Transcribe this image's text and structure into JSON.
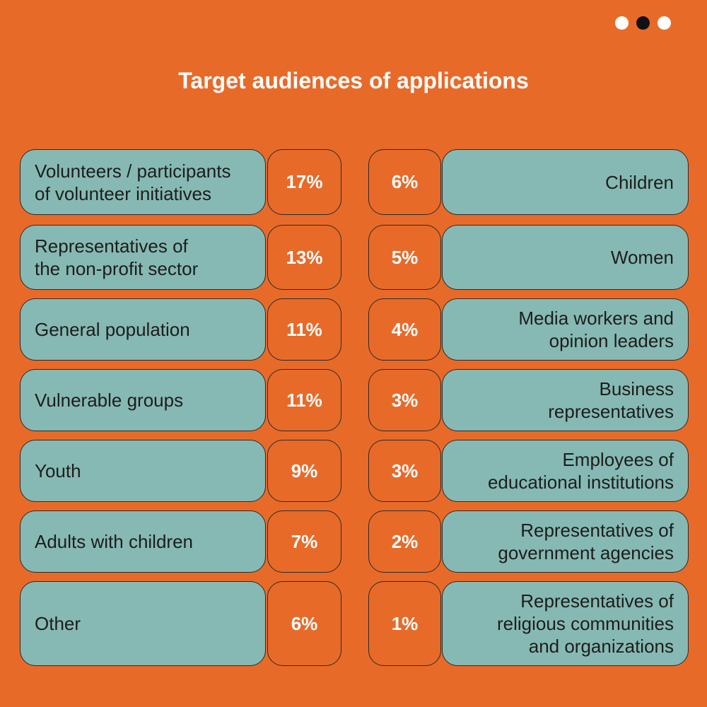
{
  "title": "Target audiences of applications",
  "colors": {
    "background": "#e86a29",
    "label_fill": "#86b9b3",
    "dot_white": "#ffffff",
    "dot_active": "#111111"
  },
  "dots": [
    "white",
    "active",
    "white"
  ],
  "left": [
    {
      "label": "Volunteers / participants\nof volunteer initiatives",
      "pct": "17%"
    },
    {
      "label": "Representatives of\nthe non-profit sector",
      "pct": "13%"
    },
    {
      "label": "General population",
      "pct": "11%"
    },
    {
      "label": "Vulnerable groups",
      "pct": "11%"
    },
    {
      "label": "Youth",
      "pct": "9%"
    },
    {
      "label": "Adults with children",
      "pct": "7%"
    },
    {
      "label": "Other",
      "pct": "6%"
    }
  ],
  "right": [
    {
      "label": "Children",
      "pct": "6%"
    },
    {
      "label": "Women",
      "pct": "5%"
    },
    {
      "label": "Media workers and\nopinion leaders",
      "pct": "4%"
    },
    {
      "label": "Business\nrepresentatives",
      "pct": "3%"
    },
    {
      "label": "Employees of\neducational institutions",
      "pct": "3%"
    },
    {
      "label": "Representatives of\ngovernment agencies",
      "pct": "2%"
    },
    {
      "label": "Representatives of\nreligious communities\nand organizations",
      "pct": "1%"
    }
  ]
}
